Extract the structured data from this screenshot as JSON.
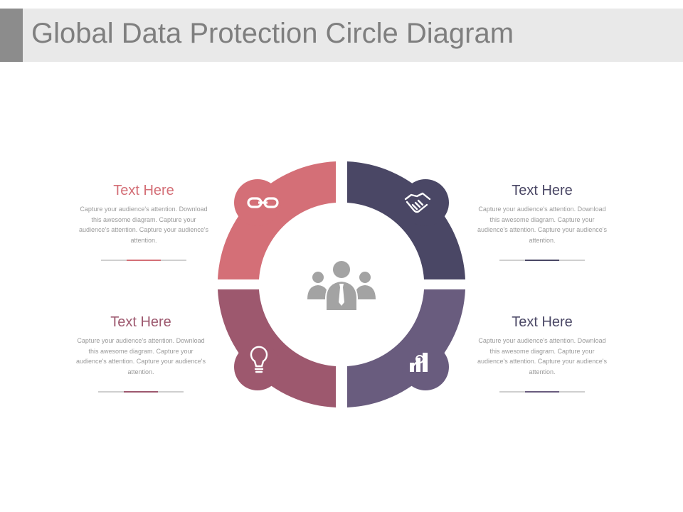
{
  "header": {
    "title": "Global Data Protection Circle Diagram"
  },
  "colors": {
    "pink": "#d46f77",
    "navy": "#4a4765",
    "rose": "#9d586e",
    "purple": "#695c7e",
    "center_icon": "#a3a3a3",
    "title_bar": "#e9e9e9",
    "title_accent": "#8c8c8c"
  },
  "diagram": {
    "center_icon": "team-icon",
    "segments": [
      {
        "id": "top-left",
        "color": "pink",
        "icon": "chain-link-icon"
      },
      {
        "id": "top-right",
        "color": "navy",
        "icon": "handshake-icon"
      },
      {
        "id": "bottom-right",
        "color": "purple",
        "icon": "chart-growth-icon"
      },
      {
        "id": "bottom-left",
        "color": "rose",
        "icon": "lightbulb-icon"
      }
    ]
  },
  "blocks": {
    "top_left": {
      "heading": "Text Here",
      "body": "Capture your audience's attention. Download this awesome diagram. Capture your audience's attention. Capture your audience's attention."
    },
    "top_right": {
      "heading": "Text Here",
      "body": "Capture your audience's attention. Download this awesome diagram. Capture your audience's attention. Capture your audience's attention."
    },
    "bottom_left": {
      "heading": "Text Here",
      "body": "Capture your audience's attention. Download this awesome diagram. Capture your audience's attention. Capture your audience's attention."
    },
    "bottom_right": {
      "heading": "Text Here",
      "body": "Capture your audience's attention. Download this awesome diagram. Capture your audience's attention. Capture your audience's attention."
    }
  }
}
